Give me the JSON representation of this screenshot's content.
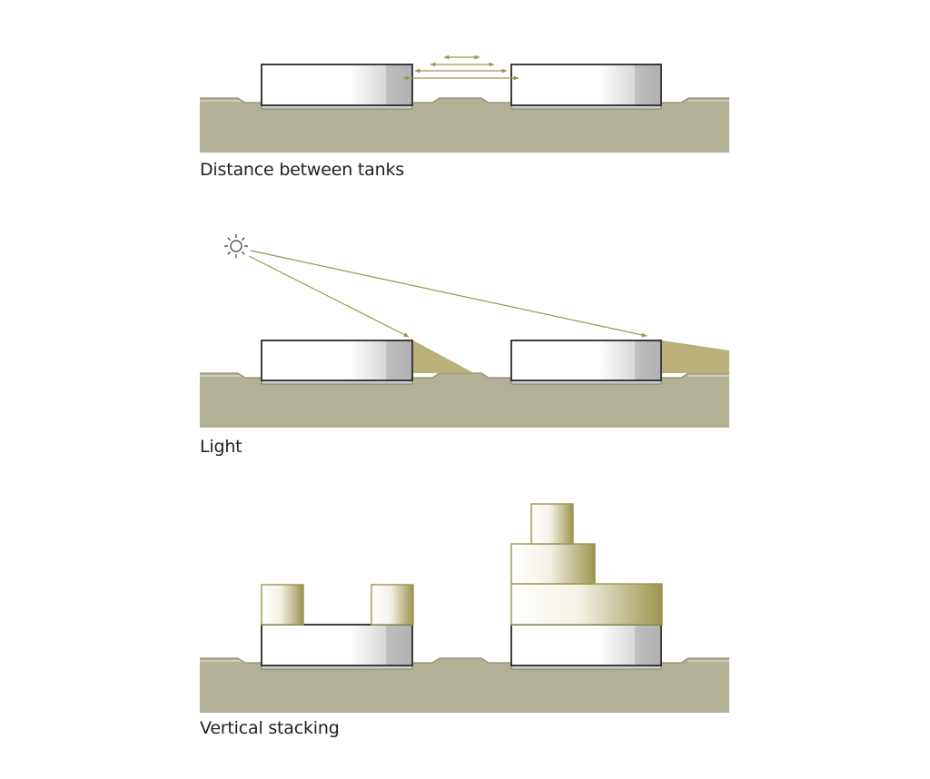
{
  "colors": {
    "ground": "#b3b195",
    "ground_outline": "#8e8c76",
    "accent": "#9c9551",
    "shadow_fill": "#b9b07a",
    "tank_outline": "#2a2a2a",
    "tank_shade": "#a9a9a9"
  },
  "panels": [
    {
      "caption": "Distance between tanks",
      "variant": "distance",
      "sun_icon": ""
    },
    {
      "caption": "Light",
      "variant": "light",
      "sun_icon": "sun-icon"
    },
    {
      "caption": "Vertical stacking",
      "variant": "stacking",
      "sun_icon": ""
    }
  ]
}
